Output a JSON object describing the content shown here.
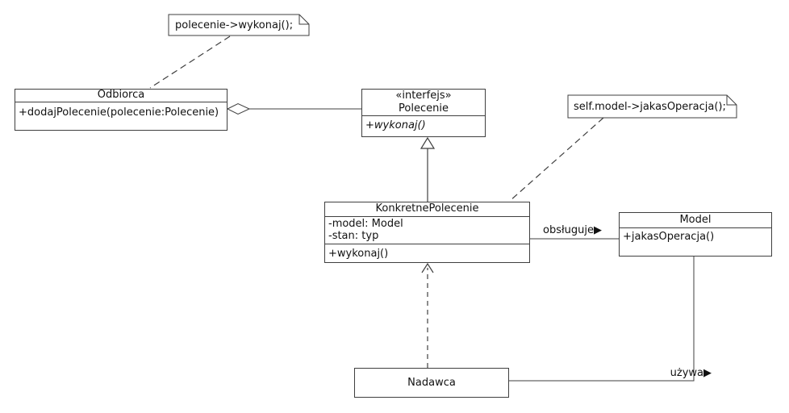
{
  "diagram": {
    "kind": "uml-class-diagram",
    "colors": {
      "background": "#ffffff",
      "line": "#3f3f3f",
      "text": "#111111"
    },
    "notes": [
      {
        "id": "note-polecenie-wykonaj",
        "text": "polecenie->wykonaj();"
      },
      {
        "id": "note-self-model",
        "text": "self.model->jakasOperacja();"
      }
    ],
    "classes": {
      "odbiorca": {
        "name": "Odbiorca",
        "methods": [
          "+dodajPolecenie(polecenie:Polecenie)"
        ]
      },
      "polecenie": {
        "stereotype": "«interfejs»",
        "name": "Polecenie",
        "methods": [
          "+wykonaj()"
        ]
      },
      "konkretne_polecenie": {
        "name": "KonkretnePolecenie",
        "attributes": [
          "-model: Model",
          "-stan: typ"
        ],
        "methods": [
          "+wykonaj()"
        ]
      },
      "model": {
        "name": "Model",
        "methods": [
          "+jakasOperacja()"
        ]
      },
      "nadawca": {
        "name": "Nadawca"
      }
    },
    "association_labels": {
      "obsluguje": "obsługuje▶",
      "uzywa": "używa▶"
    }
  }
}
